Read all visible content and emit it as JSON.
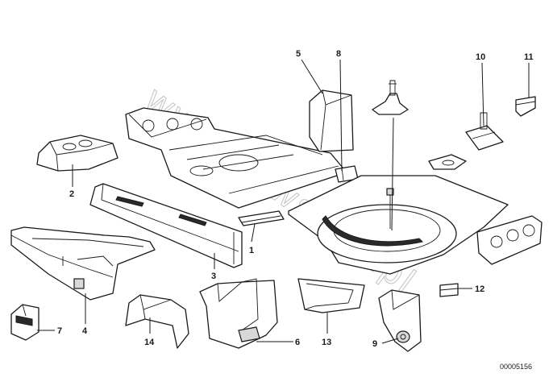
{
  "watermark": "www.bmwstore.pl",
  "diagram_code": "00005156",
  "callouts": {
    "c1": "1",
    "c2": "2",
    "c3": "3",
    "c4": "4",
    "c5": "5",
    "c6": "6",
    "c7": "7",
    "c8": "8",
    "c9": "9",
    "c10": "10",
    "c11": "11",
    "c12": "12",
    "c13": "13",
    "c14": "14"
  }
}
